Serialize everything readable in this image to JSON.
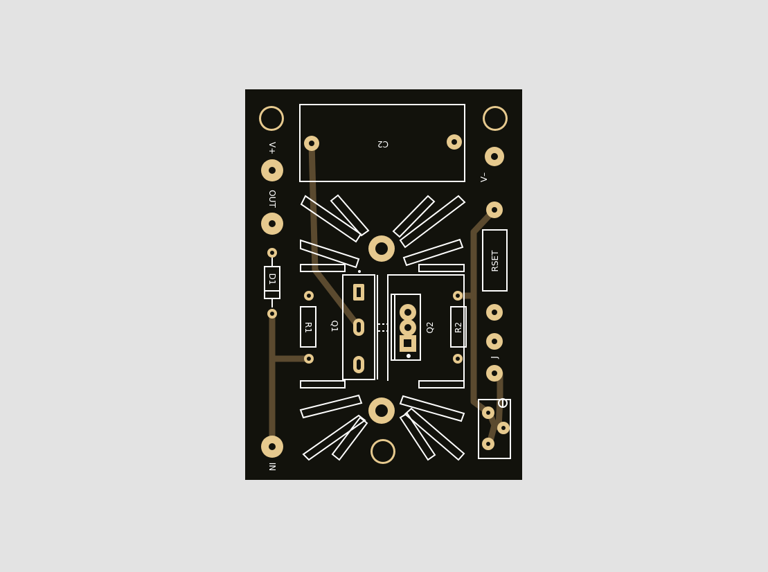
{
  "labels": {
    "c2": "C2",
    "v_plus": "V+",
    "out": "OUT",
    "d1": "D1",
    "r1": "R1",
    "q1": "Q1",
    "q2": "Q2",
    "r2": "R2",
    "rset": "RSET",
    "v_minus": "V–",
    "j": "J",
    "in": "IN"
  },
  "colors": {
    "background": "#e3e3e3",
    "board": "#12120c",
    "copper_pad": "#e6c98e",
    "trace": "#5b4a2f",
    "silkscreen": "#ffffff"
  }
}
